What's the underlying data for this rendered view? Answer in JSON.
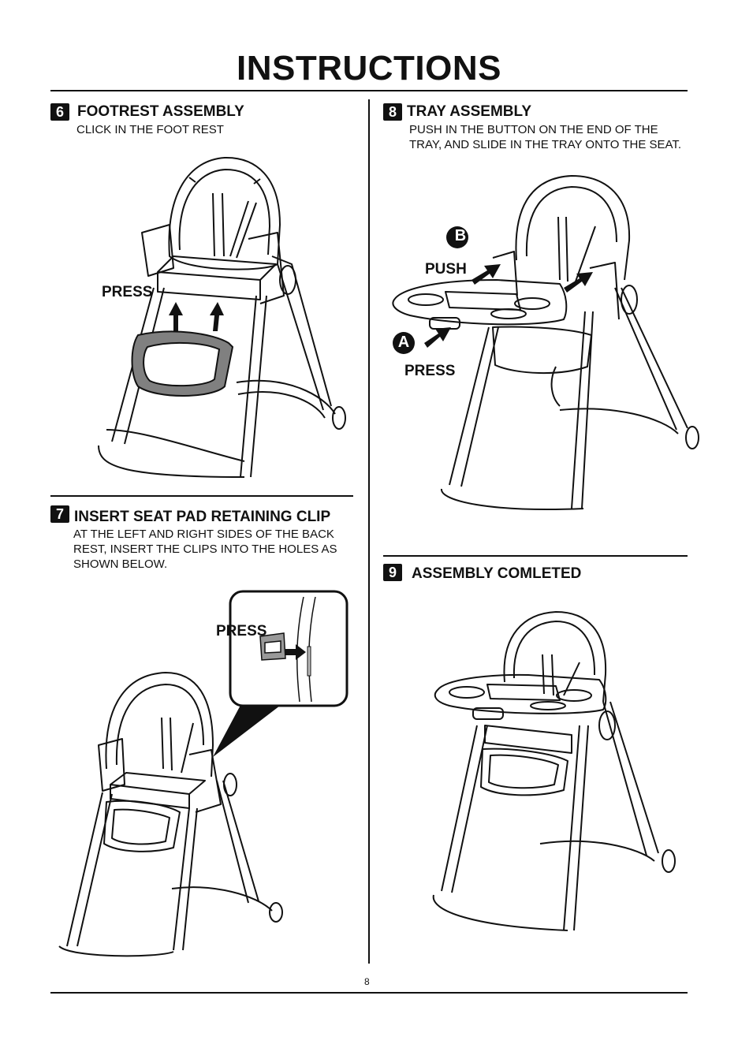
{
  "page": {
    "title": "INSTRUCTIONS",
    "page_number": "8"
  },
  "steps": [
    {
      "number": "6",
      "heading": "FOOTREST ASSEMBLY",
      "description": "CLICK IN THE FOOT REST",
      "callouts": {
        "press": "PRESS"
      }
    },
    {
      "number": "7",
      "heading": "INSERT SEAT PAD RETAINING CLIP",
      "description_lines": [
        "AT THE LEFT AND RIGHT SIDES OF THE BACK",
        "REST, INSERT THE CLIPS INTO THE HOLES AS",
        "SHOWN BELOW."
      ],
      "callouts": {
        "press": "PRESS"
      }
    },
    {
      "number": "8",
      "heading": "TRAY ASSEMBLY",
      "description_lines": [
        "PUSH IN THE BUTTON ON THE END OF THE",
        "TRAY, AND SLIDE IN THE TRAY ONTO THE SEAT."
      ],
      "callouts": {
        "marker_b": "B",
        "push": "PUSH",
        "marker_a": "A",
        "press": "PRESS"
      }
    },
    {
      "number": "9",
      "heading": "ASSEMBLY COMLETED"
    }
  ]
}
